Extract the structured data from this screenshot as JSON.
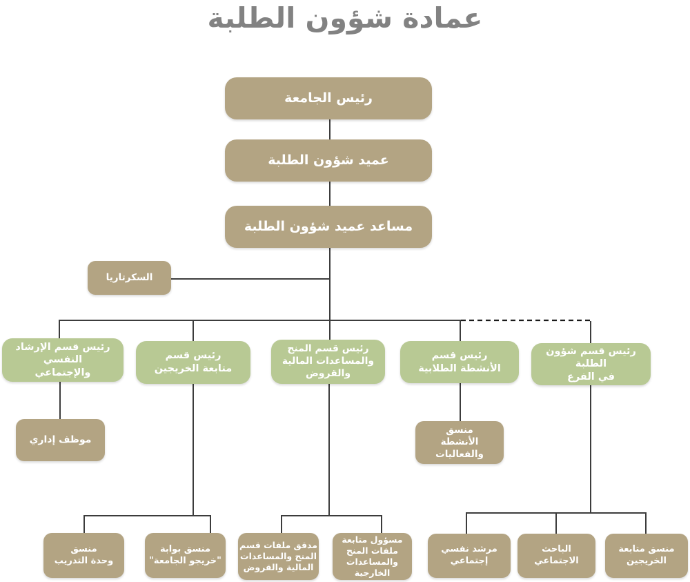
{
  "title": "عمادة شؤون الطلبة",
  "colors": {
    "background": "#ffffff",
    "box_tan": "#b3a483",
    "box_green": "#b8c994",
    "connector_line": "#3c3c3c",
    "dashed_line": "#1a1a1a",
    "title_text": "#828282",
    "box_text": "#ffffff"
  },
  "nodes": {
    "president": "رئيس الجامعة",
    "dean": "عميد شؤون الطلبة",
    "assistant_dean": "مساعد عميد شؤون الطلبة",
    "secretariat": "السكرتاريا",
    "counseling_head": "رئيس قسم الإرشاد النفسي\nوالإجتماعي",
    "graduates_head": "رئيس قسم\nمتابعة الخريجين",
    "grants_head": "رئيس قسم المنح\nوالمساعدات المالية\nوالقروض",
    "activities_head": "رئيس قسم\nالأنشطة الطلابية",
    "branch_head": "رئيس قسم شؤون الطلبة\nفي الفرع",
    "admin_employee": "موظف إداري",
    "events_coordinator": "منسق\nالأنشطة والفعاليات",
    "training_coordinator": "منسق\nوحدة التدريب",
    "portal_coordinator": "منسق بوابة\n\"خريجو الجامعة\"",
    "grants_auditor": "مدقق ملفات قسم\nالمنح والمساعدات\nالمالية والقروض",
    "external_aid_officer": "مسؤول متابعة\nملفات المنح\nوالمساعدات الخارجية",
    "psychosocial_counselor": "مرشد نفسي\nإجتماعي",
    "social_researcher": "الباحث\nالاجتماعي",
    "graduates_coordinator": "منسق متابعة\nالخريجين"
  }
}
